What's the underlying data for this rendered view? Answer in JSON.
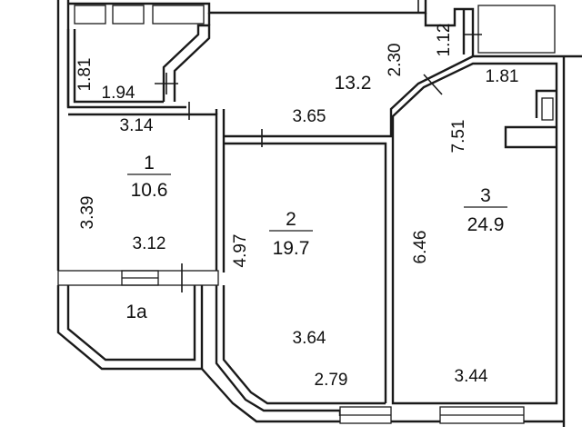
{
  "rooms": {
    "room1": {
      "number": "1",
      "area": "10.6"
    },
    "room1a": {
      "label": "1a"
    },
    "room2": {
      "number": "2",
      "area": "19.7"
    },
    "room3": {
      "number": "3",
      "area": "24.9"
    },
    "hall": {
      "area": "13.2"
    }
  },
  "dimensions": {
    "d_181_left": "1.81",
    "d_194": "1.94",
    "d_314": "3.14",
    "d_365": "3.65",
    "d_230": "2.30",
    "d_112": "1.12",
    "d_181_right": "1.81",
    "d_751": "7.51",
    "d_339": "3.39",
    "d_312": "3.12",
    "d_497": "4.97",
    "d_646": "6.46",
    "d_364": "3.64",
    "d_279": "2.79",
    "d_344": "3.44"
  }
}
